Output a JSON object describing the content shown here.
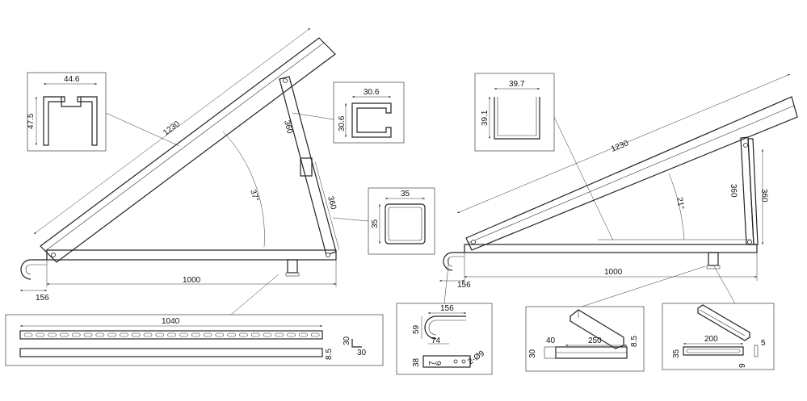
{
  "left_frame": {
    "rail_length": "1230",
    "angle": "37°",
    "front_leg": "360",
    "rear_leg": "360",
    "base_length": "1000",
    "hook_offset": "156"
  },
  "right_frame": {
    "rail_length": "1230",
    "angle": "21°",
    "front_leg": "360",
    "rear_leg": "360",
    "base_length": "1000",
    "hook_offset": "156"
  },
  "profile_rail": {
    "width": "44.6",
    "height": "47.5"
  },
  "profile_leg_c": {
    "width": "30.6",
    "height": "30.6"
  },
  "profile_square": {
    "width": "35",
    "height": "35"
  },
  "profile_right_rail": {
    "width": "39.7",
    "height": "39.1"
  },
  "detail_base_rail": {
    "length": "1040",
    "section_w": "30",
    "section_h": "30",
    "thickness": "8.5"
  },
  "detail_hook": {
    "width": "156",
    "height": "59",
    "inner": "74",
    "plate_h": "38",
    "plate_a": "7",
    "plate_b": "6",
    "holes": "2-Ø9"
  },
  "detail_connector": {
    "length": "250",
    "end": "40",
    "height": "30",
    "thickness": "8.5"
  },
  "detail_clamp": {
    "length": "200",
    "height": "35",
    "width": "9",
    "thickness": "5"
  }
}
